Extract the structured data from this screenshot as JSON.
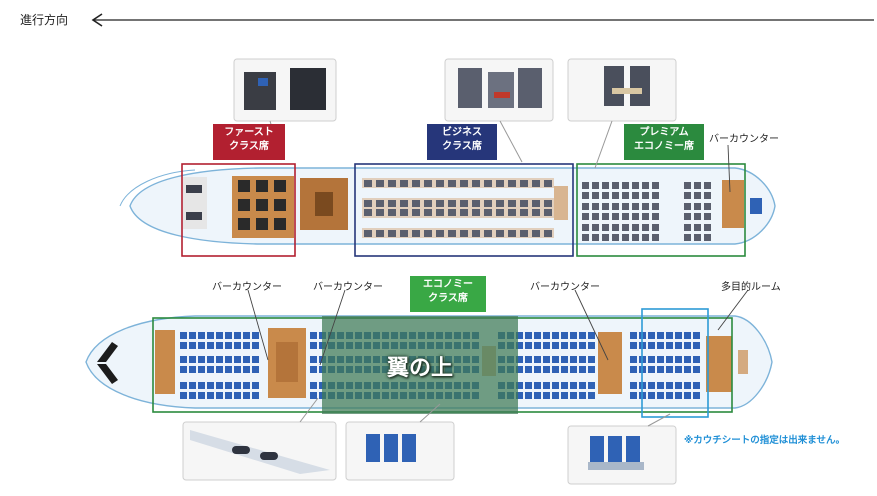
{
  "direction_label": "進行方向",
  "cabins": {
    "first": {
      "line1": "ファースト",
      "line2": "クラス席",
      "color": "#b22030"
    },
    "business": {
      "line1": "ビジネス",
      "line2": "クラス席",
      "color": "#26367a"
    },
    "premium": {
      "line1": "プレミアム",
      "line2": "エコノミー席",
      "color": "#2b8a3e"
    },
    "economy": {
      "line1": "エコノミー",
      "line2": "クラス席",
      "color": "#39a845"
    }
  },
  "labels": {
    "bar_counter_upper_right": "バーカウンター",
    "bar_counter_lower_left": "バーカウンター",
    "bar_counter_lower_mid": "バーカウンター",
    "bar_counter_lower_right": "バーカウンター",
    "multipurpose_room": "多目的ルーム"
  },
  "wing_label": "翼の上",
  "couch_note": "※カウチシートの指定は出来ません。",
  "colors": {
    "fuselage_fill": "#eef5fb",
    "fuselage_stroke": "#7db3d9",
    "seat_blue": "#2f62b5",
    "seat_grey": "#5a5f6e",
    "wood": "#c98a4b",
    "wing_overlay": "#3f7a55",
    "couch_frame": "#2d9bd6"
  }
}
